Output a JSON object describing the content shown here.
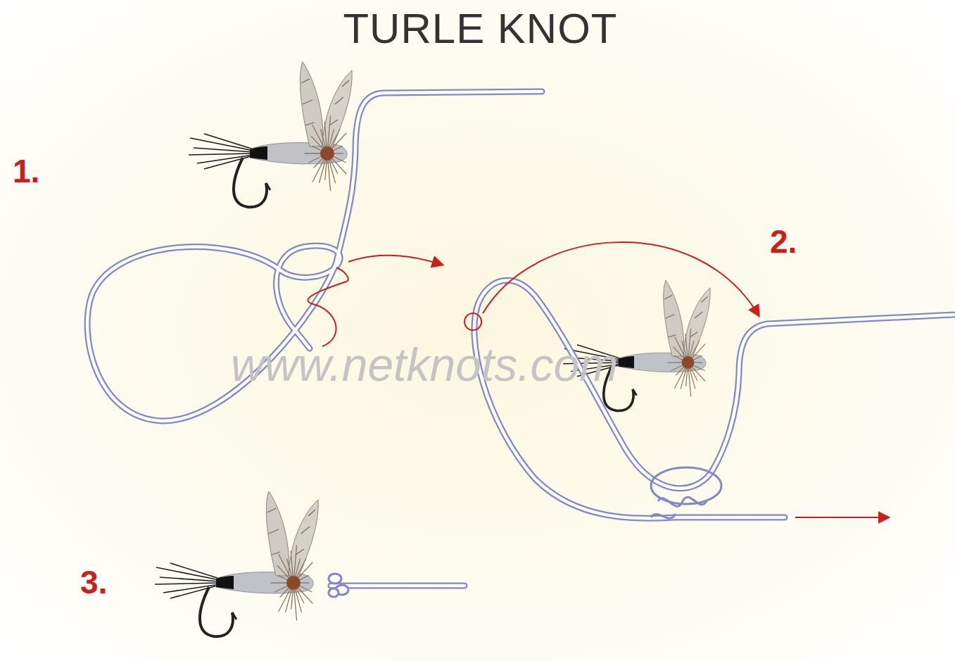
{
  "diagram": {
    "title": "TURLE KNOT",
    "labels": [
      "1.",
      "2.",
      "3.",
      "www.netknots.com"
    ]
  }
}
